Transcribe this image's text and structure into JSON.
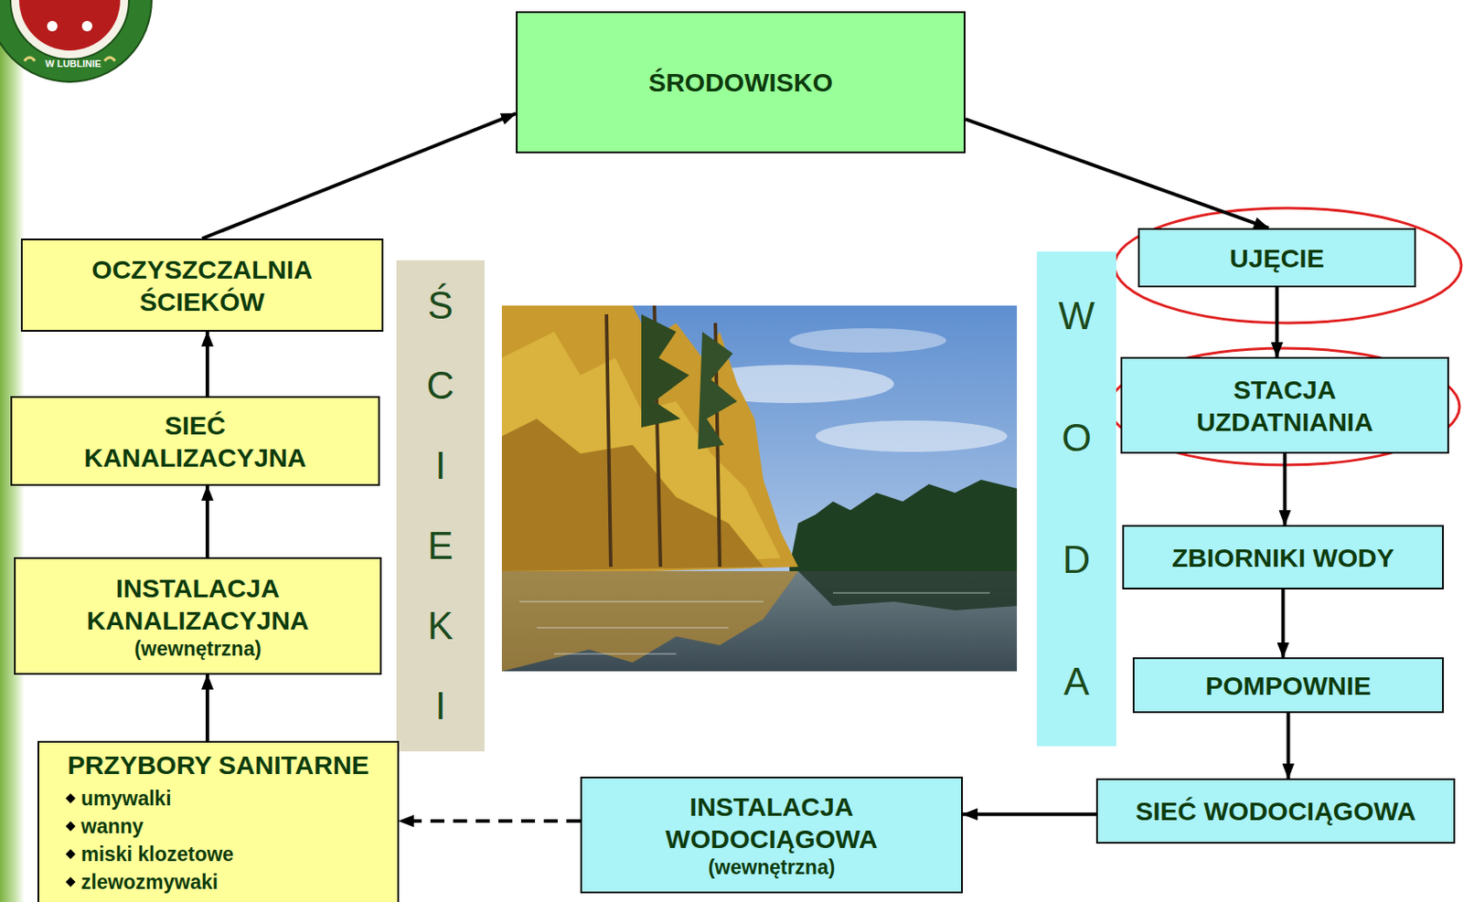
{
  "diagram": {
    "nodes": [
      {
        "text": [
          "ŚRODOWISKO"
        ]
      },
      {
        "text": [
          "OCZYSZCZALNIA ŚCIEKÓW"
        ]
      },
      {
        "text": [
          "ŚCIEKI"
        ]
      },
      {
        "text": [
          "WODA"
        ]
      },
      {
        "text": [
          "UJĘCIE"
        ]
      },
      {
        "text": [
          "SIEĆ KANALIZACYJNA"
        ]
      },
      {
        "text": [
          "STACJA UZDATNIANIA"
        ]
      },
      {
        "text": [
          "ZBIORNIKI WODY"
        ]
      },
      {
        "text": [
          "INSTALACJA KANALIZACYJNA",
          "(wewnętrzna)"
        ]
      },
      {
        "text": [
          "POMPOWNIE"
        ]
      },
      {
        "text": [
          "PRZYBORY SANITARNE",
          "umywalki",
          "wanny",
          "miski klozetowe",
          "zlewozmywaki"
        ]
      },
      {
        "text": [
          "INSTALACJA WODOCIĄGOWA",
          "(wewnętrzna)"
        ]
      },
      {
        "text": [
          "SIEĆ WODOCIĄGOWA"
        ]
      }
    ],
    "edges": [
      {
        "from": 1,
        "to": 0,
        "arrow": "to"
      },
      {
        "from": 0,
        "to": 4,
        "arrow": "to"
      },
      {
        "from": 4,
        "to": 6,
        "arrow": "to"
      },
      {
        "from": 6,
        "to": 7,
        "arrow": "to"
      },
      {
        "from": 7,
        "to": 9,
        "arrow": "to"
      },
      {
        "from": 9,
        "to": 12,
        "arrow": "to"
      },
      {
        "from": 12,
        "to": 11,
        "arrow": "to"
      },
      {
        "from": 11,
        "to": 10,
        "arrow": "to"
      },
      {
        "from": 10,
        "to": 8,
        "arrow": "to"
      },
      {
        "from": 8,
        "to": 5,
        "arrow": "to"
      },
      {
        "from": 5,
        "to": 1,
        "arrow": "to"
      }
    ],
    "labels": [
      "W LUBLINIE"
    ]
  }
}
